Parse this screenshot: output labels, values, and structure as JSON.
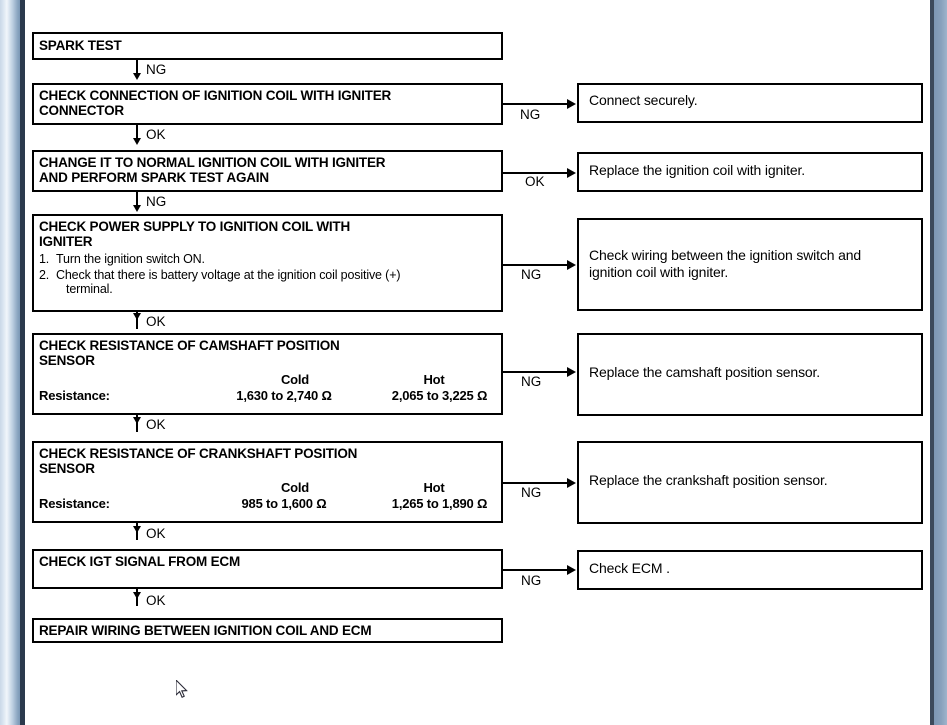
{
  "document": {
    "title": "SPARK TEST troubleshooting flowchart",
    "type": "diagnostic-flowchart"
  },
  "steps": [
    {
      "id": "spark-test",
      "title": "SPARK TEST",
      "branch_down": "NG"
    },
    {
      "id": "check-connection",
      "title": "CHECK CONNECTION OF IGNITION COIL WITH IGNITER\nCONNECTOR",
      "branch_down": "OK",
      "branch_right": "NG"
    },
    {
      "id": "change-coil",
      "title": "CHANGE IT TO NORMAL IGNITION COIL WITH IGNITER\nAND PERFORM SPARK TEST AGAIN",
      "branch_down": "NG",
      "branch_right": "OK"
    },
    {
      "id": "check-power-supply",
      "title": "CHECK POWER SUPPLY TO IGNITION COIL WITH\n IGNITER",
      "list": [
        {
          "num": "1.",
          "text": "Turn the ignition switch ON."
        },
        {
          "num": "2.",
          "text": "Check that there is battery voltage at the ignition coil positive (+)",
          "cont": "terminal."
        }
      ],
      "branch_down": "OK",
      "branch_right": "NG"
    },
    {
      "id": "check-camshaft-sensor",
      "title": "CHECK RESISTANCE OF CAMSHAFT POSITION\nSENSOR",
      "table": {
        "row_label": "Resistance:",
        "col_cold": "Cold",
        "col_hot": "Hot",
        "value_cold": "1,630 to 2,740 Ω",
        "value_hot": "2,065 to 3,225 Ω"
      },
      "branch_down": "OK",
      "branch_right": "NG"
    },
    {
      "id": "check-crankshaft-sensor",
      "title": "CHECK RESISTANCE OF CRANKSHAFT POSITION\nSENSOR",
      "table": {
        "row_label": "Resistance:",
        "col_cold": "Cold",
        "col_hot": "Hot",
        "value_cold": "985 to 1,600 Ω",
        "value_hot": "1,265 to 1,890 Ω"
      },
      "branch_down": "OK",
      "branch_right": "NG"
    },
    {
      "id": "check-igt-signal",
      "title": "CHECK IGT SIGNAL FROM ECM",
      "branch_down": "OK",
      "branch_right": "NG"
    },
    {
      "id": "repair-wiring",
      "title": "REPAIR WIRING BETWEEN IGNITION COIL AND ECM"
    }
  ],
  "results": [
    {
      "id": "connect-securely",
      "text": "Connect securely."
    },
    {
      "id": "replace-ignition-coil",
      "text": "Replace the ignition coil with igniter."
    },
    {
      "id": "check-wiring",
      "text": "Check wiring between the ignition switch and\nignition coil with igniter."
    },
    {
      "id": "replace-camshaft-sensor",
      "text": "Replace the camshaft position sensor."
    },
    {
      "id": "replace-crankshaft-sensor",
      "text": "Replace the crankshaft position sensor."
    },
    {
      "id": "check-ecm",
      "text": "Check ECM ."
    }
  ],
  "colors": {
    "ink": "#000000",
    "page": "#ffffff",
    "scrollbar_light": "#eef4fa",
    "scrollbar_dark": "#7b97b5",
    "rule": "#2b3a4d"
  }
}
